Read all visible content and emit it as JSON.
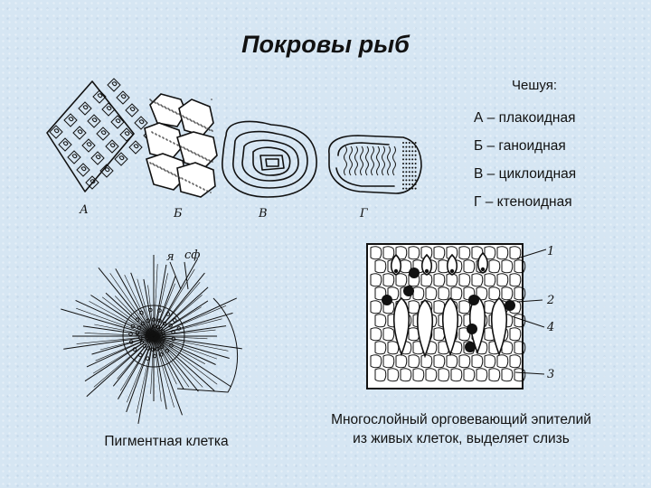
{
  "title": "Покровы рыб",
  "legend": {
    "heading": "Чешуя:",
    "items": [
      "А – плакоидная",
      "Б – ганоидная",
      "В – циклоидная",
      "Г – ктеноидная"
    ]
  },
  "scale_letters": [
    "А",
    "Б",
    "В",
    "Г"
  ],
  "pigment": {
    "caption": "Пигментная клетка",
    "labels": [
      "я",
      "сф"
    ]
  },
  "epithelium": {
    "caption_line1": "Многослойный орговевающий эпителий",
    "caption_line2": "из живых клеток, выделяет слизь",
    "labels": [
      "1",
      "2",
      "4",
      "3"
    ]
  }
}
